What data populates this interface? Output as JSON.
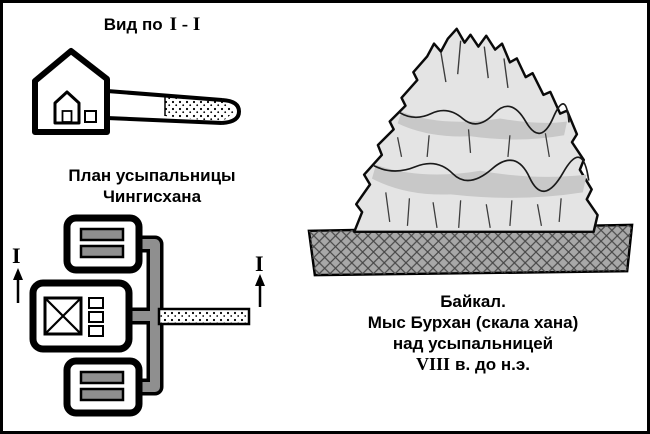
{
  "colors": {
    "ink": "#000000",
    "corridor_gray": "#8f8f8f",
    "bar_gray": "#8f8f8f",
    "mountain_light": "#e4e4e4",
    "ground_gray": "#a8a8a8"
  },
  "section_view": {
    "title_prefix": "Вид по",
    "title_ref": "I - I"
  },
  "plan": {
    "title_line1": "План усыпальницы",
    "title_line2": "Чингисхана",
    "marker_left": "I",
    "marker_right": "I"
  },
  "photo_caption": {
    "line1": "Байкал.",
    "line2": "Мыс Бурхан (скала хана)",
    "line3": "над усыпальницей",
    "line4_roman": "VIII",
    "line4_rest": "в. до н.э."
  }
}
